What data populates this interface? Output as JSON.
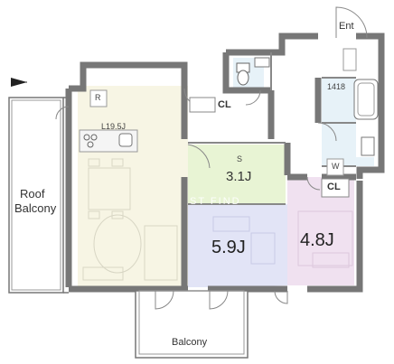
{
  "rooms": {
    "ldk": {
      "label": "L19.5J"
    },
    "service": {
      "label_top": "S",
      "label_size": "3.1J"
    },
    "western_1": {
      "label": "5.9J"
    },
    "western_2": {
      "label": "4.8J"
    }
  },
  "areas": {
    "entrance": {
      "label": "Ent"
    },
    "roof_balcony": {
      "label_line1": "Roof",
      "label_line2": "Balcony"
    },
    "balcony": {
      "label": "Balcony"
    },
    "bath": {
      "label": "1418"
    },
    "washer": {
      "label": "W"
    },
    "refrigerator": {
      "label": "R"
    }
  },
  "closets": {
    "label": "CL"
  },
  "watermark": {
    "text": "ST FIND"
  },
  "colors": {
    "ldk": "#f7f5e4",
    "service": "#e8f4d4",
    "western_1": "#e2e4f6",
    "western_2": "#f0e1f0",
    "wet_area": "#e7f2f8",
    "wall": "#777777"
  }
}
